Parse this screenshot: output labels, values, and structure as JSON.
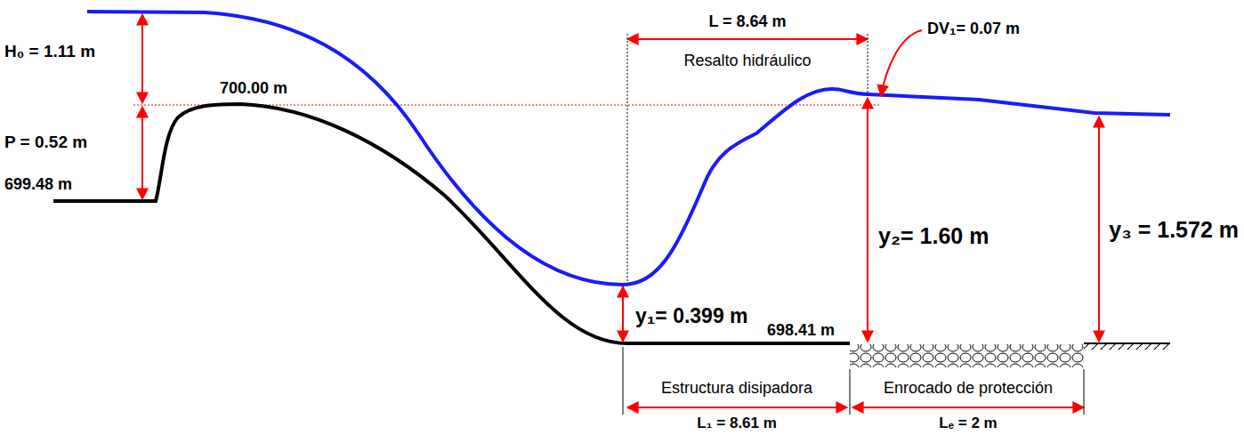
{
  "diagram": {
    "labels": [
      "H₀ = 1.11 m",
      "P = 0.52 m",
      "699.48 m",
      "700.00 m",
      "L = 8.64 m",
      "Resalto hidráulico",
      "DV₁= 0.07 m",
      "y₂= 1.60 m",
      "y₃ = 1.572 m",
      "y₁= 0.399 m",
      "698.41 m",
      "Estructura disipadora",
      "Enrocado de protección",
      "L₁ = 8.61 m",
      "Lₑ = 2 m"
    ]
  }
}
